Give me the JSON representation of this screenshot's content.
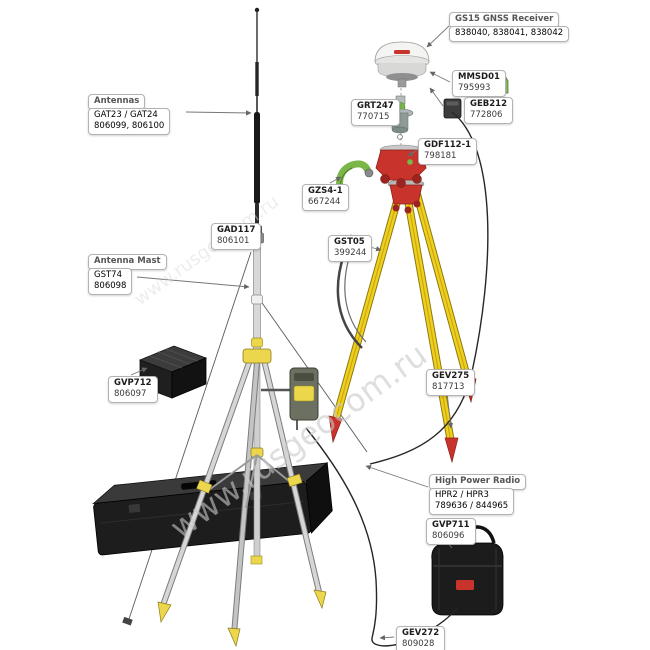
{
  "watermark": {
    "text": "www.rusgeocom.ru",
    "color": "#c9c9c9"
  },
  "colors": {
    "tripod_yellow": "#f0cf1d",
    "leica_red": "#c8342c",
    "green": "#7ab648",
    "case_black": "#1d1d1d",
    "silver": "#cfcfcf"
  },
  "labels": {
    "gs15": {
      "title": "GS15 GNSS Receiver",
      "numbers": "838040, 838041, 838042"
    },
    "mmsd01": {
      "model": "MMSD01",
      "number": "795993"
    },
    "geb212": {
      "model": "GEB212",
      "number": "772806"
    },
    "grt247": {
      "model": "GRT247",
      "number": "770715"
    },
    "gdf112": {
      "model": "GDF112-1",
      "number": "798181"
    },
    "gzs4": {
      "model": "GZS4-1",
      "number": "667244"
    },
    "gst05": {
      "model": "GST05",
      "number": "399244"
    },
    "gev275": {
      "model": "GEV275",
      "number": "817713"
    },
    "antennas": {
      "title": "Antennas",
      "model": "GAT23 / GAT24",
      "numbers": "806099, 806100"
    },
    "gad117": {
      "model": "GAD117",
      "number": "806101"
    },
    "antenna_mast": {
      "title": "Antenna Mast",
      "model": "GST74",
      "number": "806098"
    },
    "gvp712": {
      "model": "GVP712",
      "number": "806097"
    },
    "hpr": {
      "title": "High Power Radio",
      "model": "HPR2 / HPR3",
      "numbers": "789636 / 844965"
    },
    "gvp711": {
      "model": "GVP711",
      "number": "806096"
    },
    "gev272": {
      "model": "GEV272",
      "number": "809028"
    }
  }
}
